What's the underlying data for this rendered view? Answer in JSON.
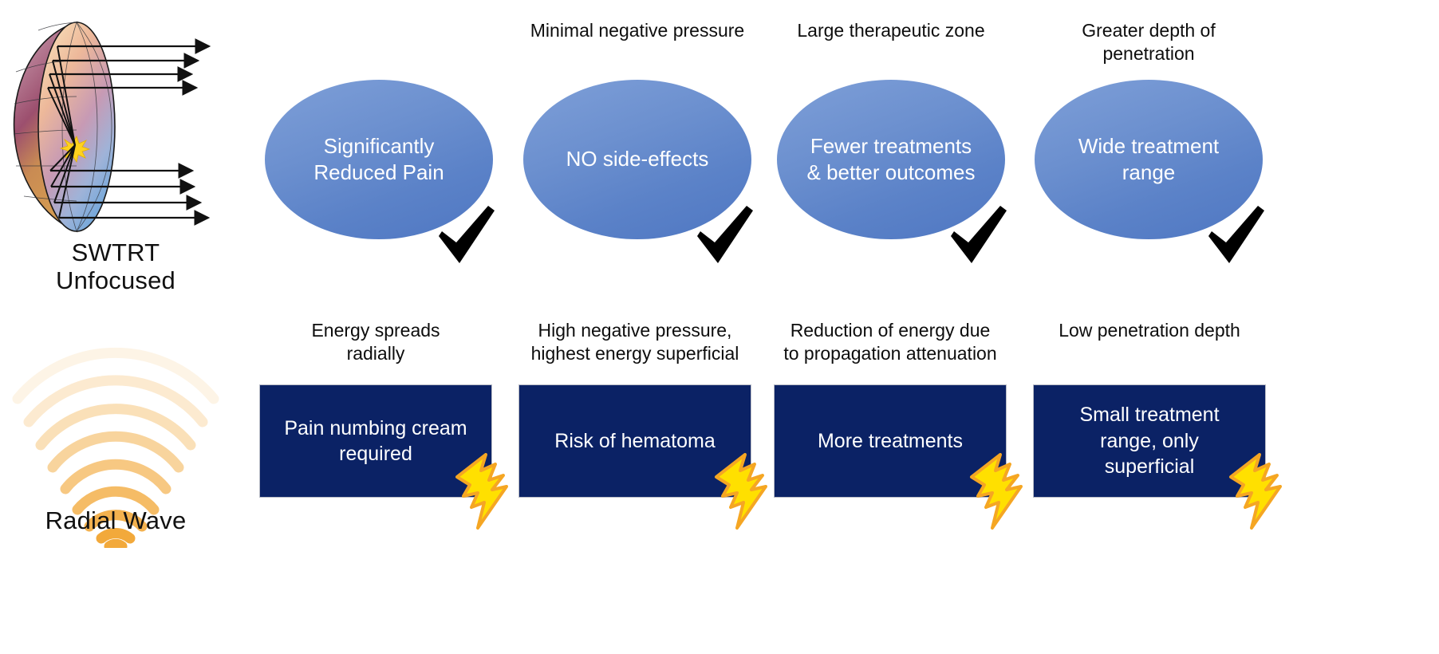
{
  "colors": {
    "ellipse_fill_light": "#7e9fd8",
    "ellipse_fill_dark": "#4f77c2",
    "navy_box": "#0b2265",
    "bolt_yellow": "#ffe000",
    "bolt_orange": "#f5a623",
    "check_black": "#000000",
    "wave_orange": "#f2a93b",
    "text_dark": "#0d0d0d",
    "text_white": "#ffffff",
    "background": "#ffffff"
  },
  "left": {
    "swtrt": {
      "icon": "unfocused-shockwave-reflector-icon",
      "caption_line1": "SWTRT",
      "caption_line2": "Unfocused"
    },
    "radial": {
      "icon": "radial-wave-icon",
      "caption": "Radial Wave"
    }
  },
  "top_row": {
    "marker_icon": "check-mark-icon",
    "items": [
      {
        "caption_lines": [],
        "label_lines": [
          "Significantly",
          "Reduced Pain"
        ]
      },
      {
        "caption_lines": [
          "Minimal negative pressure"
        ],
        "label_lines": [
          "NO side-effects"
        ]
      },
      {
        "caption_lines": [
          "Large therapeutic zone"
        ],
        "label_lines": [
          "Fewer treatments",
          "& better outcomes"
        ]
      },
      {
        "caption_lines": [
          "Greater depth of",
          "penetration"
        ],
        "label_lines": [
          "Wide treatment",
          "range"
        ]
      }
    ]
  },
  "bottom_row": {
    "marker_icon": "lightning-bolt-icon",
    "items": [
      {
        "caption_lines": [
          "Energy spreads",
          "radially"
        ],
        "label_lines": [
          "Pain numbing cream",
          "required"
        ]
      },
      {
        "caption_lines": [
          "High negative pressure,",
          "highest energy superficial"
        ],
        "label_lines": [
          "Risk of hematoma"
        ]
      },
      {
        "caption_lines": [
          "Reduction of energy due",
          "to propagation attenuation"
        ],
        "label_lines": [
          "More treatments"
        ]
      },
      {
        "caption_lines": [
          "Low penetration depth"
        ],
        "label_lines": [
          "Small treatment",
          "range, only",
          "superficial"
        ]
      }
    ]
  }
}
